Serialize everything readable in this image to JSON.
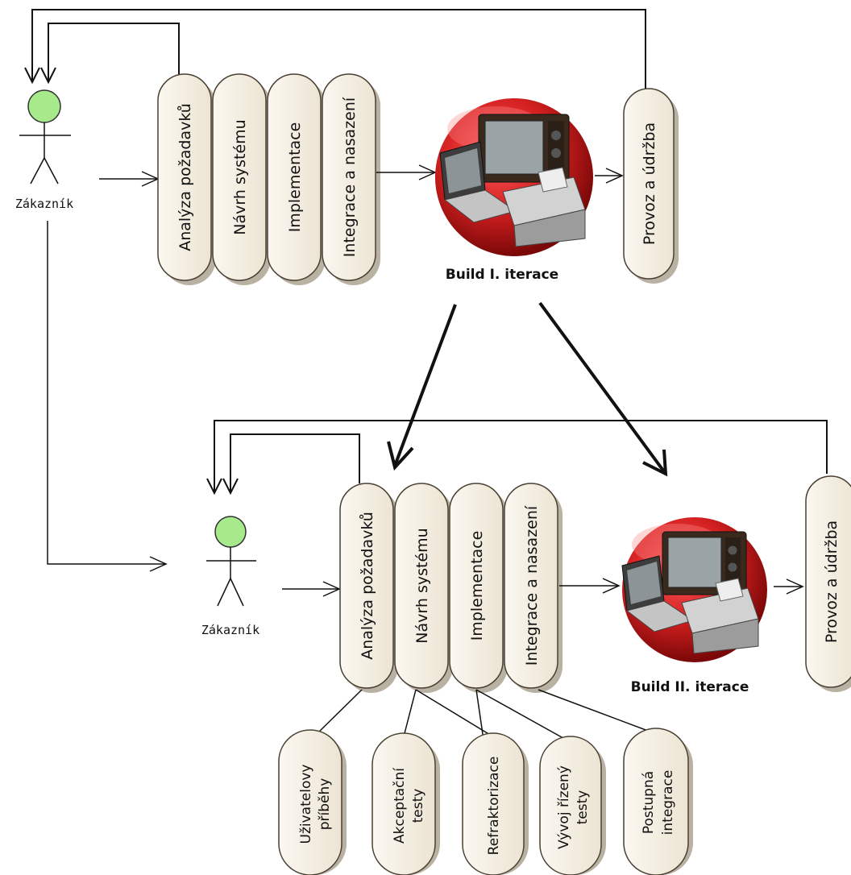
{
  "colors": {
    "pill_fill": "#f3ede0",
    "pill_stroke": "#4a3f33",
    "pill_shadow": "#b9b1a2",
    "actor_head": "#a6ea8c",
    "build_red": "#d42020",
    "line": "#111111"
  },
  "iteration1": {
    "actor_label": "Zákazník",
    "phases": [
      "Analýza požadavků",
      "Návrh systému",
      "Implementace",
      "Integrace a nasazení"
    ],
    "build_label": "Build I. iterace",
    "operation": "Provoz a údržba"
  },
  "iteration2": {
    "actor_label": "Zákazník",
    "phases": [
      "Analýza požadavků",
      "Návrh systému",
      "Implementace",
      "Integrace a nasazení"
    ],
    "build_label": "Build II. iterace",
    "operation": "Provoz a údržba"
  },
  "practices": [
    {
      "line1": "Uživatelovy",
      "line2": "příběhy"
    },
    {
      "line1": "Akceptační",
      "line2": "testy"
    },
    {
      "line1": "Refraktorizace",
      "line2": ""
    },
    {
      "line1": "Vývoj řízený",
      "line2": "testy"
    },
    {
      "line1": "Postupná",
      "line2": "integrace"
    }
  ],
  "icons": [
    "actor-icon",
    "computer-equipment-icon"
  ]
}
